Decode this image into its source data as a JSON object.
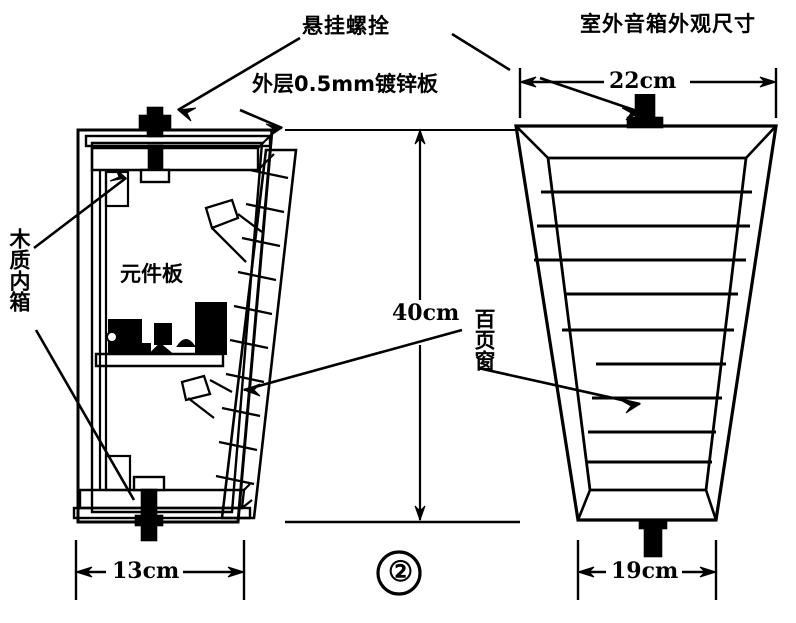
{
  "figure": {
    "number_label": "②",
    "title_right": "室外音箱外观尺寸",
    "title_top": "悬挂螺拴"
  },
  "labels": {
    "hanging_bolt": "悬挂螺拴",
    "outer_galvanized_plate": "外层0.5mm镀锌板",
    "wooden_inner_box": "木质内箱",
    "component_board": "元件板",
    "louver_window": "百页窗",
    "outdoor_speaker_dims": "室外音箱外观尺寸"
  },
  "dimensions": {
    "height": "40cm",
    "front_top_width": "22cm",
    "side_bottom_width": "13cm",
    "front_bottom_width": "19cm"
  },
  "views": {
    "left": {
      "name": "cross-section-side-view",
      "parts": [
        "outer-shell",
        "wooden-inner-box",
        "top-panel",
        "bottom-panel",
        "component-shelf",
        "louver-slats",
        "top-hanging-bolt",
        "bottom-hanging-bolt"
      ]
    },
    "right": {
      "name": "front-elevation-view",
      "parts": [
        "trapezoid-cabinet",
        "louver-slats",
        "top-hanging-bolt",
        "bottom-hanging-bolt"
      ]
    }
  },
  "colors": {
    "line": "#000000",
    "background": "#ffffff"
  }
}
